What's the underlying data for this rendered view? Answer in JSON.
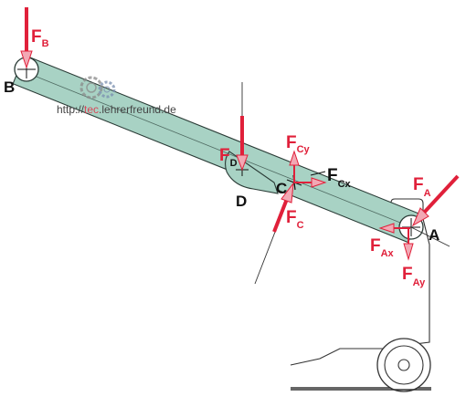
{
  "colors": {
    "beam_fill": "#a8d2c4",
    "beam_stroke": "#2a3b36",
    "force_red": "#e0203a",
    "force_light": "#f2a8b4",
    "line": "#333333"
  },
  "points": {
    "A": "A",
    "B": "B",
    "C": "C",
    "D": "D"
  },
  "forces": {
    "FB": {
      "main": "F",
      "sub": "B"
    },
    "FD": {
      "main": "F",
      "sub": "D"
    },
    "FCy": {
      "main": "F",
      "sub": "Cy"
    },
    "FCx": {
      "main": "F",
      "sub": "Cx"
    },
    "FC": {
      "main": "F",
      "sub": "C"
    },
    "FA": {
      "main": "F",
      "sub": "A"
    },
    "FAx": {
      "main": "F",
      "sub": "Ax"
    },
    "FAy": {
      "main": "F",
      "sub": "Ay"
    }
  },
  "watermark": {
    "prefix": "http://",
    "mid": "tec",
    "suffix": ".lehrerfreund.de"
  },
  "icons": [
    "gear-icon",
    "wheel-icon"
  ]
}
